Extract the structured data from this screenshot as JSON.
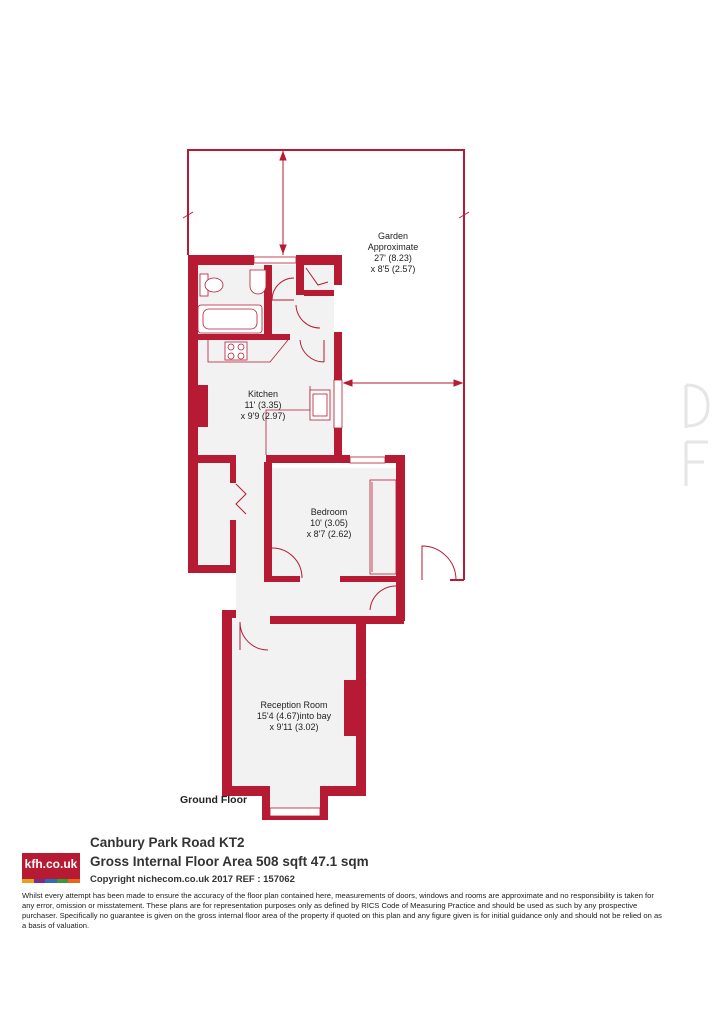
{
  "plan": {
    "floor_label": "Ground Floor",
    "rooms": {
      "garden": {
        "name": "Garden",
        "line2": "Approximate",
        "dim1": "27' (8.23)",
        "dim2": "x 8'5 (2.57)"
      },
      "kitchen": {
        "name": "Kitchen",
        "dim1": "11' (3.35)",
        "dim2": "x 9'9 (2.97)"
      },
      "bedroom": {
        "name": "Bedroom",
        "dim1": "10' (3.05)",
        "dim2": "x 8'7 (2.62)"
      },
      "reception": {
        "name": "Reception Room",
        "dim1": "15'4 (4.67)into bay",
        "dim2": "x 9'11 (3.02)"
      }
    },
    "colors": {
      "wall": "#b71a33",
      "floor": "#f2f2f2",
      "line": "#b71a33"
    }
  },
  "footer": {
    "logo_text": "kfh.co.uk",
    "logo_stripe_colors": [
      "#e8a21a",
      "#7a2a8a",
      "#2a6fb8",
      "#3a9a3a",
      "#e8661a"
    ],
    "address": "Canbury Park Road  KT2",
    "area": "Gross Internal Floor Area 508 sqft 47.1 sqm",
    "copyright": "Copyright nichecom.co.uk 2017 REF : 157062",
    "disclaimer": "Whilst every attempt has been made to ensure the accuracy of the floor plan contained here, measurements of doors, windows and rooms are approximate and no responsibility is taken for any error, omission or misstatement.  These plans are for representation purposes only as defined by RICS Code of Measuring Practice and should be used as such by any prospective purchaser.  Specifically no guarantee is given on the gross internal floor area of the property if quoted on this plan and any figure given is for initial guidance only and should not be relied on as a basis of valuation."
  }
}
